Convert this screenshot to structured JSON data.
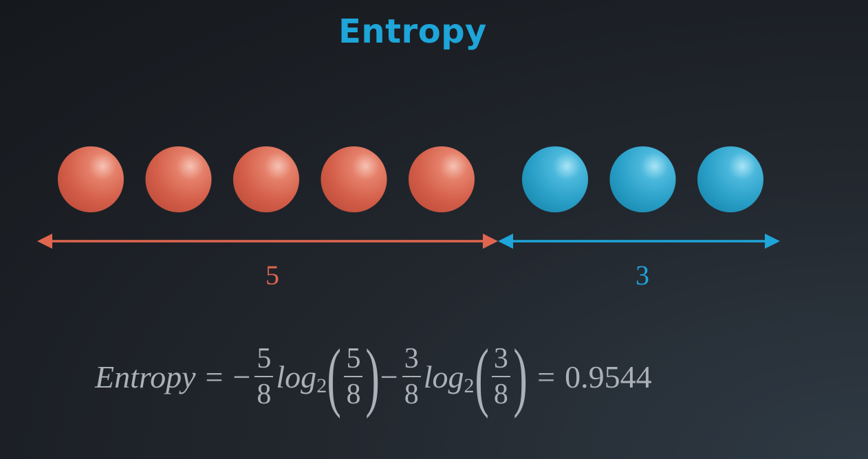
{
  "title": "Entropy",
  "colors": {
    "accent": "#1ea5d9",
    "red": "#e0664f",
    "blue": "#2ba4cc",
    "formula_text": "#aab1b9"
  },
  "groups": [
    {
      "name": "red",
      "count": 5,
      "label": "5"
    },
    {
      "name": "blue",
      "count": 3,
      "label": "3"
    }
  ],
  "formula": {
    "lhs": "Entropy",
    "equals": "=",
    "minus": "−",
    "term1_num": "5",
    "term1_den": "8",
    "log_text": "log",
    "log_base": "2",
    "term1_arg_num": "5",
    "term1_arg_den": "8",
    "term2_num": "3",
    "term2_den": "8",
    "term2_arg_num": "3",
    "term2_arg_den": "8",
    "result": "0.9544"
  }
}
